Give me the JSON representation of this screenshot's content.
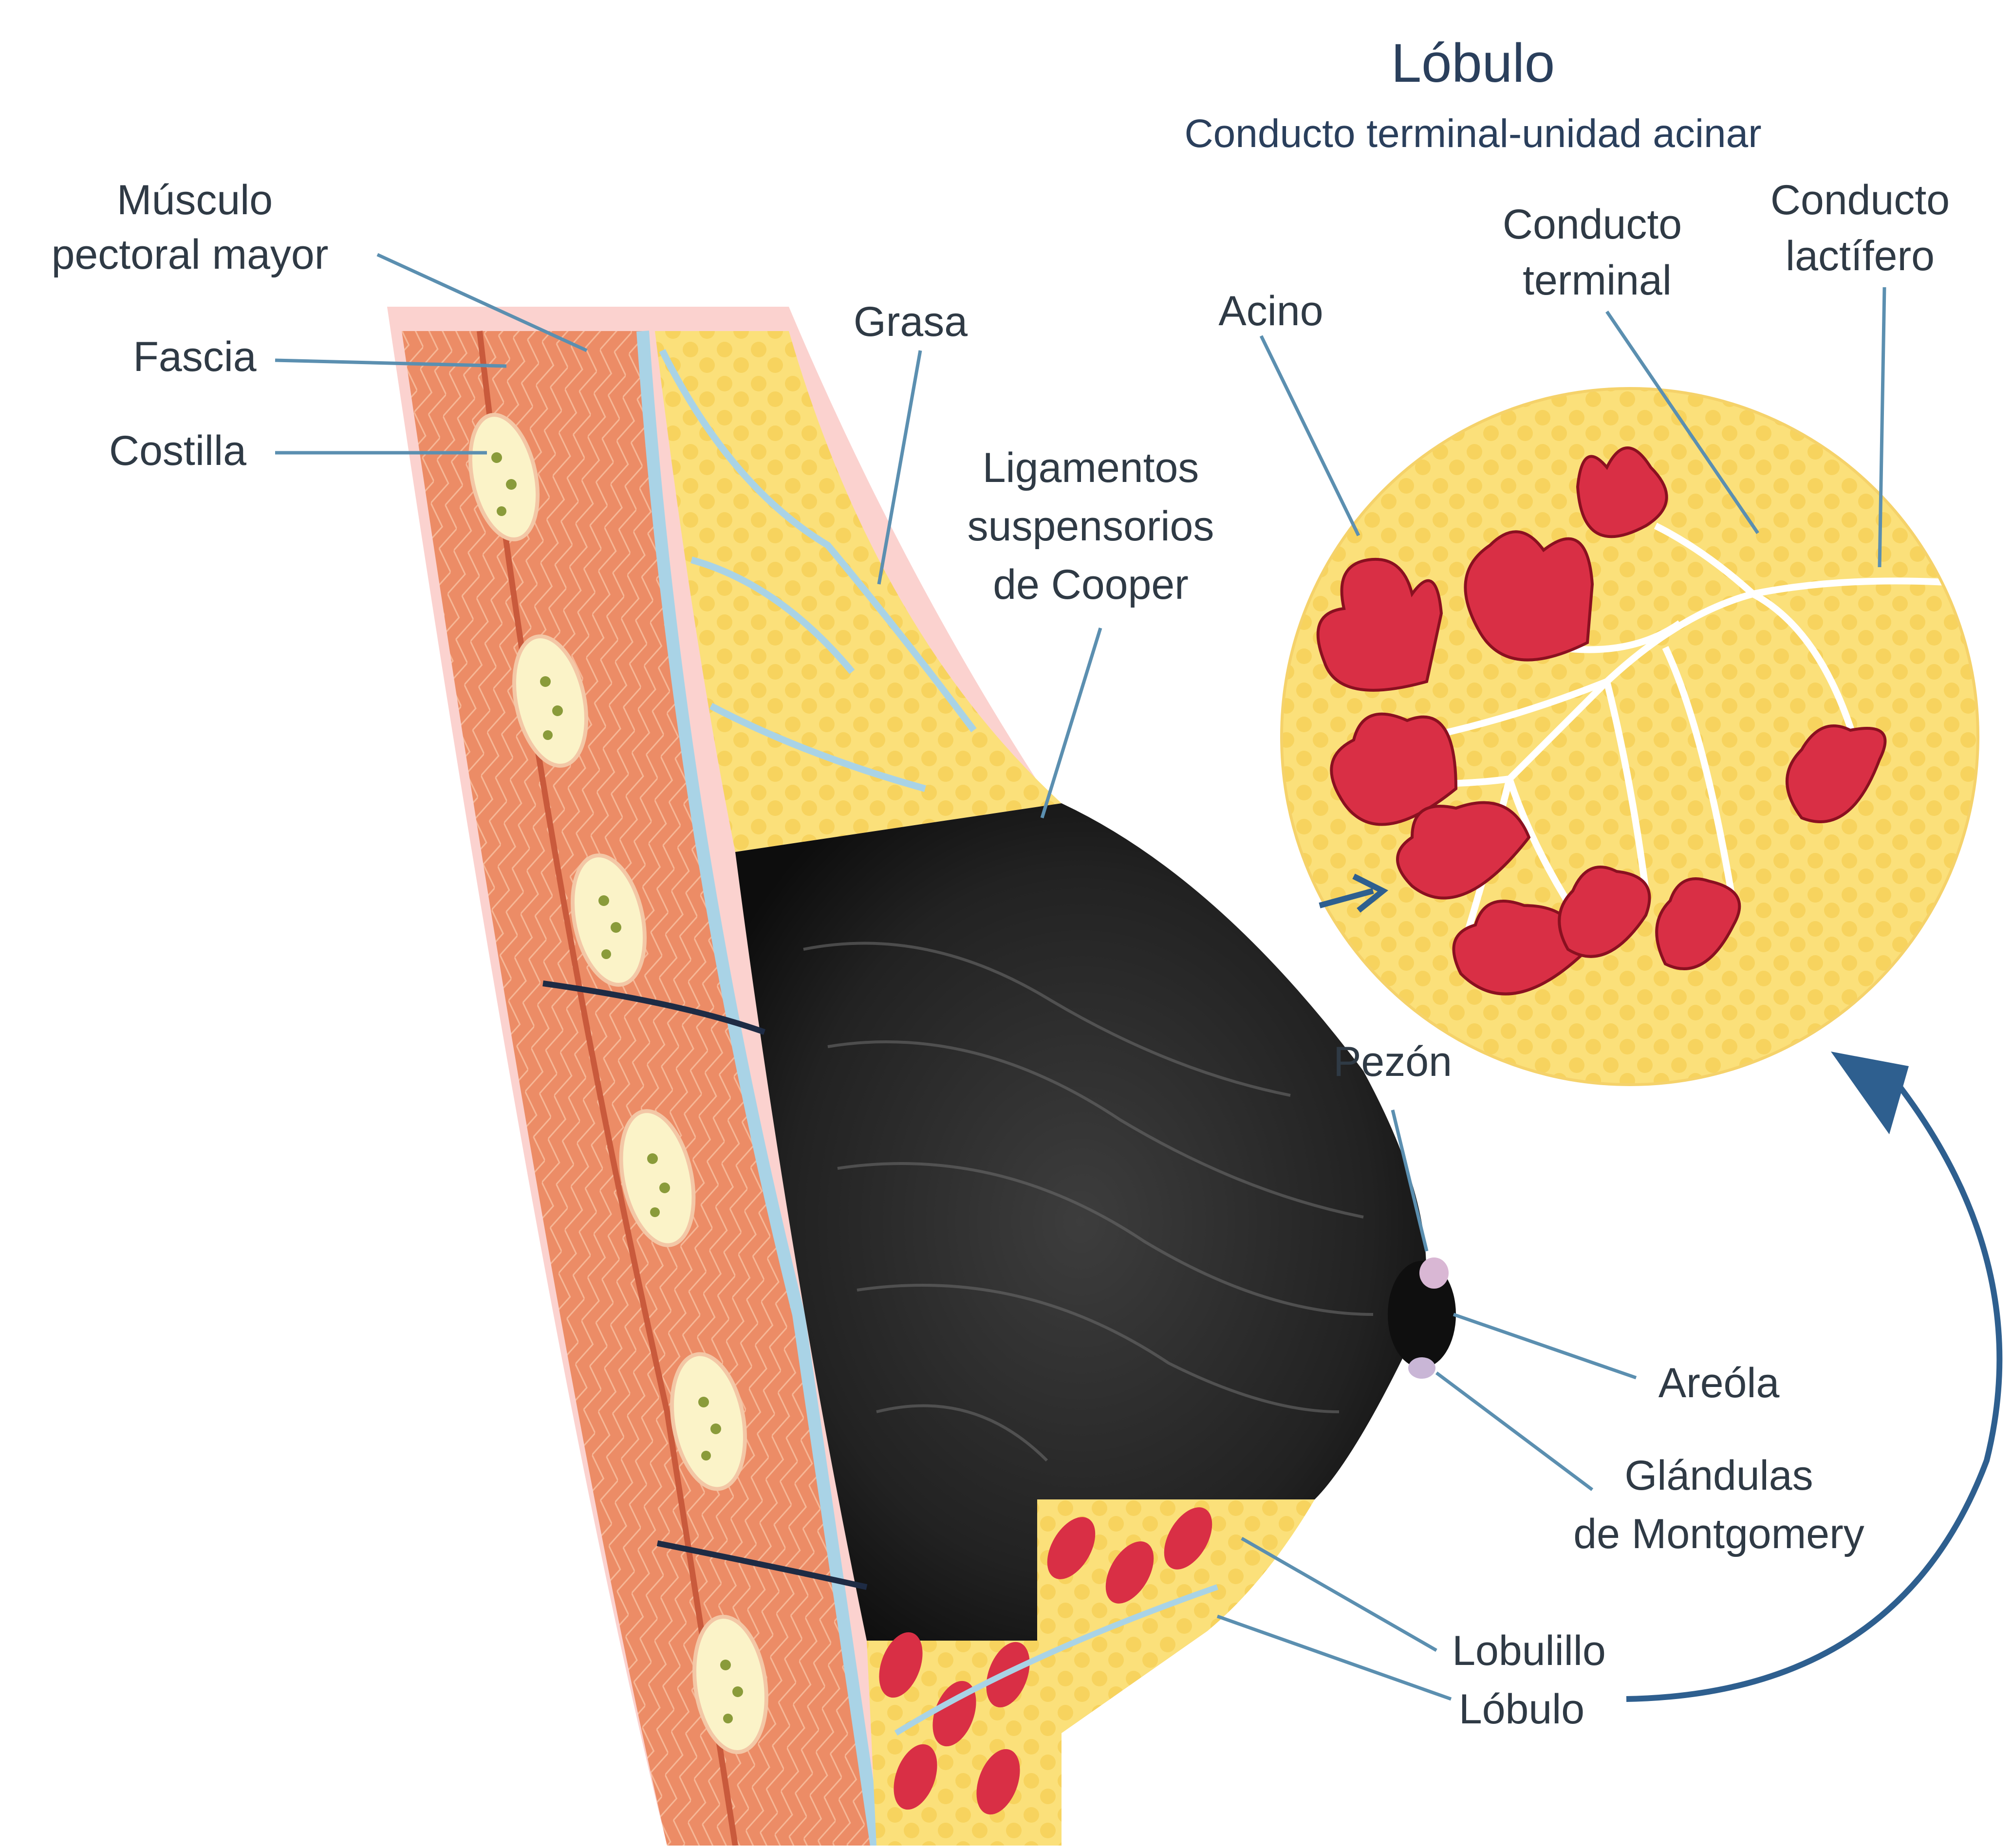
{
  "header": {
    "title": "Lóbulo",
    "subtitle": "Conducto terminal-unidad acinar"
  },
  "labels": {
    "musculo_1": "Músculo",
    "musculo_2": "pectoral mayor",
    "fascia": "Fascia",
    "costilla": "Costilla",
    "grasa": "Grasa",
    "ligamentos_1": "Ligamentos",
    "ligamentos_2": "suspensorios",
    "ligamentos_3": "de Cooper",
    "acino": "Acino",
    "conducto_terminal_1": "Conducto",
    "conducto_terminal_2": "terminal",
    "conducto_lactifero_1": "Conducto",
    "conducto_lactifero_2": "lactífero",
    "pezon": "Pezón",
    "areola": "Areóla",
    "glandulas_1": "Glándulas",
    "glandulas_2": "de Montgomery",
    "lobulillo": "Lobulillo",
    "lobulo": "Lóbulo"
  },
  "colors": {
    "muscle": "#e9835f",
    "muscle_dark": "#c95a3c",
    "fat": "#fbe07a",
    "ligament": "#a9d3e6",
    "rib": "#fbf3c8",
    "mammogram": "#1a1a1a",
    "acinus": "#d92f45",
    "duct": "#ffffff",
    "arrow": "#2e5f8f",
    "text": "#2f3a45"
  }
}
